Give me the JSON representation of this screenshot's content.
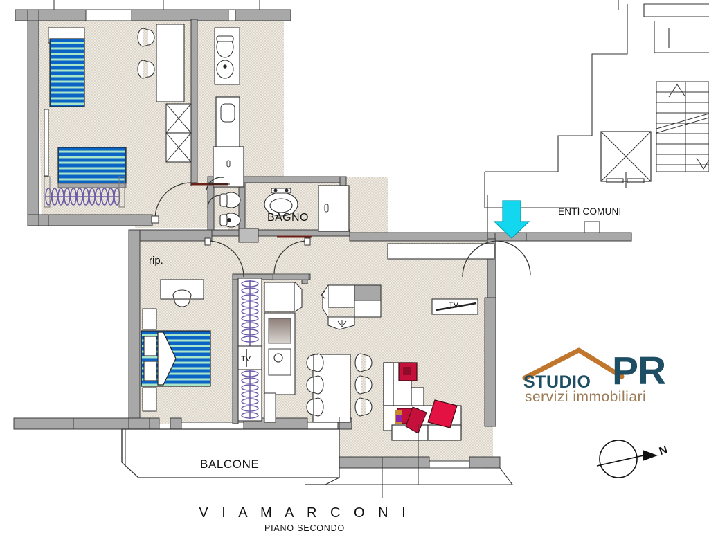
{
  "document": {
    "type": "floor-plan",
    "street": "V I A   M A R C O N I",
    "floor": "PIANO SECONDO"
  },
  "rooms": [
    {
      "key": "bagno",
      "label": "BAGNO"
    },
    {
      "key": "rip",
      "label": "rip."
    },
    {
      "key": "enti",
      "label": "ENTI COMUNI"
    },
    {
      "key": "balcone",
      "label": "BALCONE"
    }
  ],
  "appliances": {
    "tv_kitchen": "TV",
    "tv_living": "TV"
  },
  "compass": {
    "north_label": "N"
  },
  "logo": {
    "studio": "STUDIO",
    "pr": "PR",
    "subtitle": "servizi immobiliari",
    "color_text": "#1D4E63",
    "color_sub": "#9B7B55",
    "color_roof": "#C1762E"
  },
  "palette": {
    "wall": "#A8A8A8",
    "wall_stroke": "#3A3A3A",
    "floor_fill": "#EAE6DE",
    "bed_blue": "#0B63C5",
    "bed_mint": "#A8E6C9",
    "curtain_purple": "#6B5BA8",
    "accent_red": "#C4103A",
    "arrow_cyan": "#12D7EE",
    "line": "#222222"
  },
  "entrance_arrow": {
    "name": "entrance-indicator",
    "color": "#12D7EE"
  }
}
